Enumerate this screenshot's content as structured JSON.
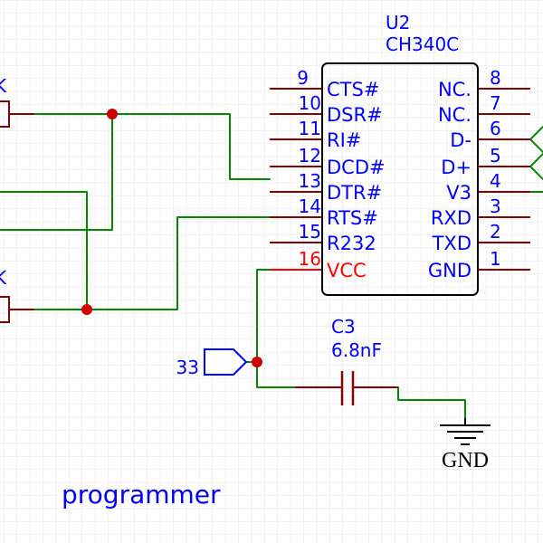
{
  "component": {
    "ref": "U2",
    "value": "CH340C",
    "left_pins": [
      {
        "num": "9",
        "name": "CTS#"
      },
      {
        "num": "10",
        "name": "DSR#"
      },
      {
        "num": "11",
        "name": "RI#"
      },
      {
        "num": "12",
        "name": "DCD#"
      },
      {
        "num": "13",
        "name": "DTR#"
      },
      {
        "num": "14",
        "name": "RTS#"
      },
      {
        "num": "15",
        "name": "R232"
      },
      {
        "num": "16",
        "name": "VCC"
      }
    ],
    "right_pins": [
      {
        "num": "8",
        "name": "NC."
      },
      {
        "num": "7",
        "name": "NC."
      },
      {
        "num": "6",
        "name": "D-"
      },
      {
        "num": "5",
        "name": "D+"
      },
      {
        "num": "4",
        "name": "V3"
      },
      {
        "num": "3",
        "name": "RXD"
      },
      {
        "num": "2",
        "name": "TXD"
      },
      {
        "num": "1",
        "name": "GND"
      }
    ]
  },
  "capacitor": {
    "ref": "C3",
    "value": "6.8nF"
  },
  "net_port": {
    "label": "33"
  },
  "ground": {
    "label": "GND"
  },
  "partial_labels": {
    "top": "K",
    "bottom": "K"
  },
  "sheet_label": "programmer",
  "colors": {
    "background": "#ffffff",
    "grid": "#e3e3e3",
    "wire": "#008800",
    "pin": "#880000",
    "pin_power": "#ff0000",
    "text": "#0000ff",
    "body": "#000000",
    "junction": "#cc0000",
    "ground_text": "#000000"
  }
}
